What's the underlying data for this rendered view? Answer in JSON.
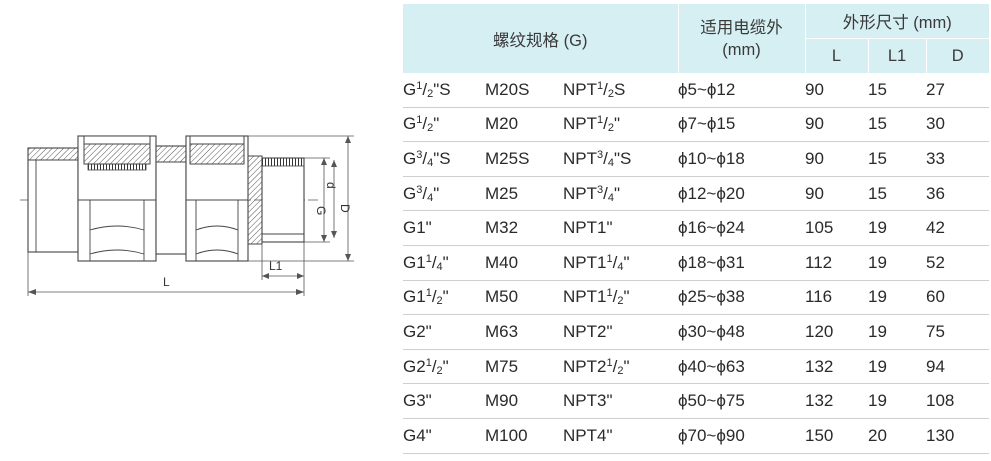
{
  "table": {
    "header": {
      "thread_spec": "螺纹规格 (G)",
      "cable_line1": "适用电缆外",
      "cable_line2": "(mm)",
      "dims": "外形尺寸 (mm)",
      "col_L": "L",
      "col_L1": "L1",
      "col_D": "D"
    },
    "rows": [
      {
        "g": "G1/2\"S",
        "m": "M20S",
        "npt": "NPT1/2S",
        "cable": "ϕ5~ϕ12",
        "L": "90",
        "L1": "15",
        "D": "27"
      },
      {
        "g": "G1/2\"",
        "m": "M20",
        "npt": "NPT1/2\"",
        "cable": "ϕ7~ϕ15",
        "L": "90",
        "L1": "15",
        "D": "30"
      },
      {
        "g": "G3/4\"S",
        "m": "M25S",
        "npt": "NPT3/4\"S",
        "cable": "ϕ10~ϕ18",
        "L": "90",
        "L1": "15",
        "D": "33"
      },
      {
        "g": "G3/4\"",
        "m": "M25",
        "npt": "NPT3/4\"",
        "cable": "ϕ12~ϕ20",
        "L": "90",
        "L1": "15",
        "D": "36"
      },
      {
        "g": "G1\"",
        "m": "M32",
        "npt": "NPT1\"",
        "cable": "ϕ16~ϕ24",
        "L": "105",
        "L1": "19",
        "D": "42"
      },
      {
        "g": "G11/4\"",
        "m": "M40",
        "npt": "NPT11/4\"",
        "cable": "ϕ18~ϕ31",
        "L": "112",
        "L1": "19",
        "D": "52"
      },
      {
        "g": "G11/2\"",
        "m": "M50",
        "npt": "NPT11/2\"",
        "cable": "ϕ25~ϕ38",
        "L": "116",
        "L1": "19",
        "D": "60"
      },
      {
        "g": "G2\"",
        "m": "M63",
        "npt": "NPT2\"",
        "cable": "ϕ30~ϕ48",
        "L": "120",
        "L1": "19",
        "D": "75"
      },
      {
        "g": "G21/2\"",
        "m": "M75",
        "npt": "NPT21/2\"",
        "cable": "ϕ40~ϕ63",
        "L": "132",
        "L1": "19",
        "D": "94"
      },
      {
        "g": "G3\"",
        "m": "M90",
        "npt": "NPT3\"",
        "cable": "ϕ50~ϕ75",
        "L": "132",
        "L1": "19",
        "D": "108"
      },
      {
        "g": "G4\"",
        "m": "M100",
        "npt": "NPT4\"",
        "cable": "ϕ70~ϕ90",
        "L": "150",
        "L1": "20",
        "D": "130"
      }
    ]
  },
  "drawing": {
    "label_L": "L",
    "label_L1": "L1",
    "label_G": "G",
    "label_D": "D",
    "label_d": "d"
  },
  "colors": {
    "header_bg": "#d6eff3",
    "row_border": "#cfcfcf",
    "line": "#444444"
  }
}
